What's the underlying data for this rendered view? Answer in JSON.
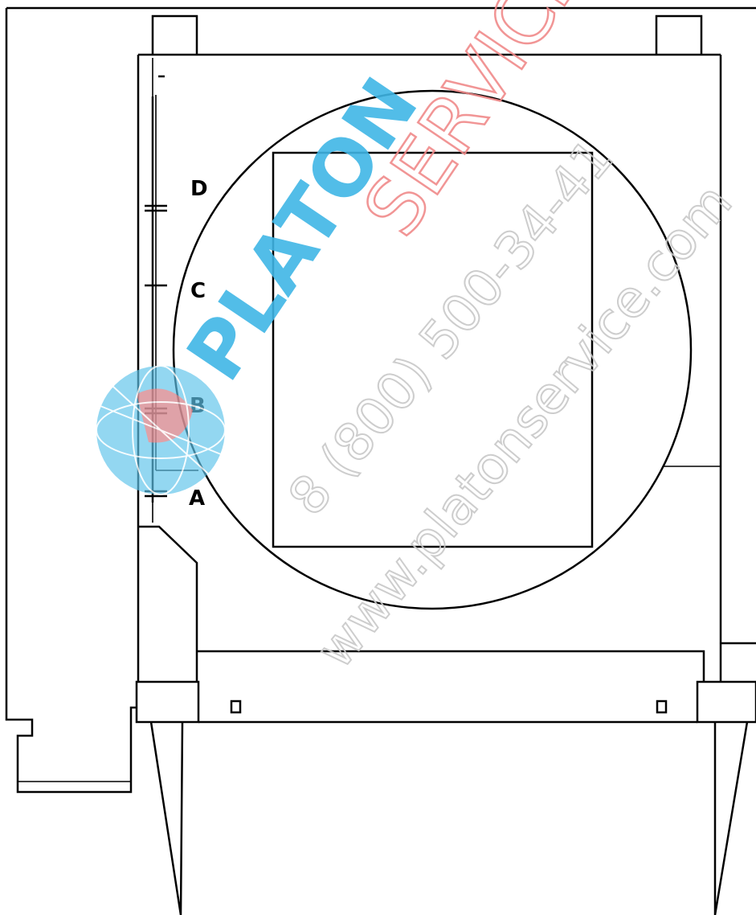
{
  "labels": {
    "d": "D",
    "c": "C",
    "b": "B",
    "a": "A"
  },
  "watermark": {
    "brand_part1": "PLATON",
    "brand_part2": "SERVICE",
    "phone": "8 (800) 500-34-41",
    "website": "www.platonservice.com",
    "colors": {
      "blue": "#3fb6e6",
      "red": "#f08a8a",
      "gray": "#c8c8c8",
      "globe": "#5fc3ea"
    }
  }
}
